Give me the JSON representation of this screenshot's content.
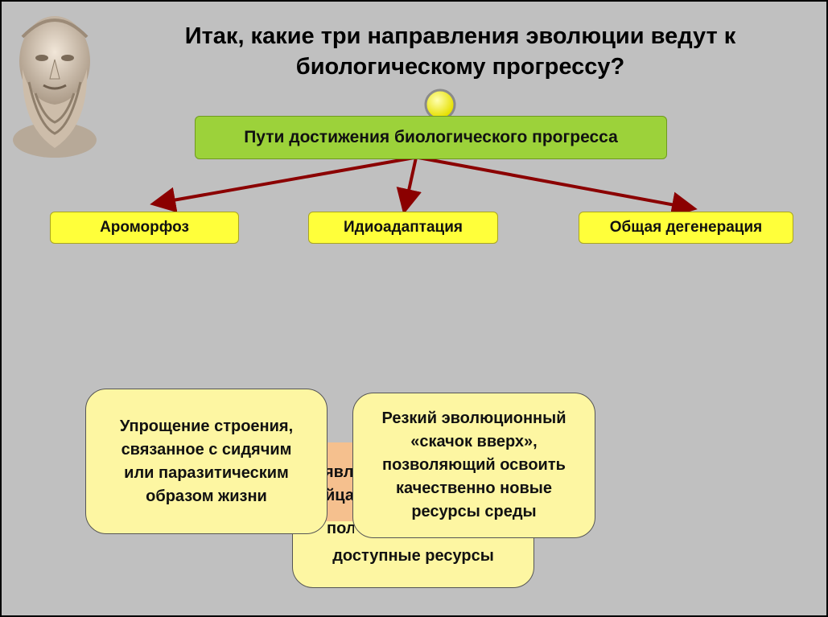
{
  "slide": {
    "title_line1": "Итак, какие три направления эволюции ведут к",
    "title_line2": "биологическому прогрессу?",
    "root_label": "Пути достижения биологического прогресса",
    "branches": [
      "Ароморфоз",
      "Идиоадаптация",
      "Общая дегенерация"
    ],
    "cards": {
      "left": "Упрощение строения,\nсвязанное с сидячим\nили паразитическим\nобразом жизни",
      "right": "Резкий эволюционный\n«скачок вверх»,\nпозволяющий освоить\nкачественно новые\nресурсы среды",
      "back_bottom": "доступные ресурсы",
      "back_visible_fragment_1": "явл",
      "back_visible_fragment_2": "йца",
      "back_visible_fragment_3": "пол"
    },
    "colors": {
      "background": "#c0c0c0",
      "root_fill": "#9cd23a",
      "branch_fill": "#ffff3a",
      "card_fill": "#fdf6a2",
      "card_back_highlight": "#f5c08e",
      "arrow": "#8b0000"
    }
  }
}
